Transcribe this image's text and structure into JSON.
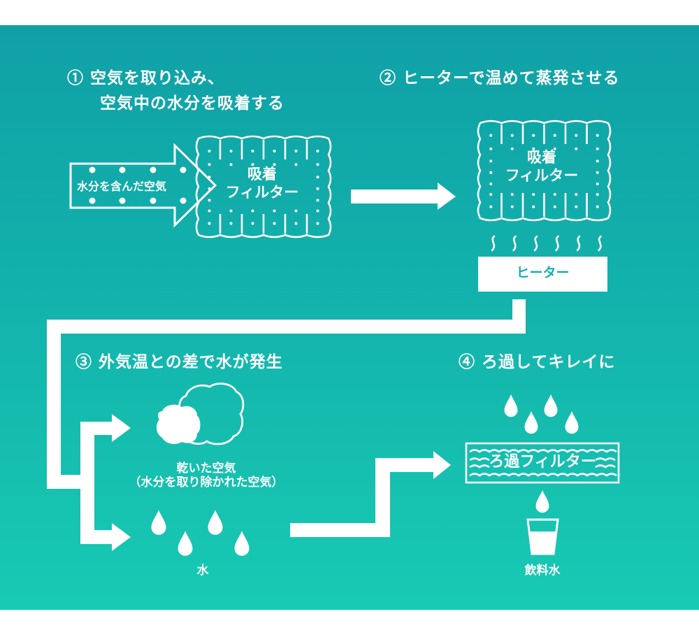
{
  "colors": {
    "background_top": "#0fa0a6",
    "background_bottom": "#18cab3",
    "foreground": "#ffffff",
    "heater_text": "#13b0ac"
  },
  "steps": [
    {
      "number": "①",
      "title_line1": "空気を取り込み、",
      "title_line2": "空気中の水分を吸着する",
      "arrow_label": "水分を含んだ空気",
      "filter_label_line1": "吸着",
      "filter_label_line2": "フィルター"
    },
    {
      "number": "②",
      "title": "ヒーターで温めて蒸発させる",
      "filter_label_line1": "吸着",
      "filter_label_line2": "フィルター",
      "heater_label": "ヒーター",
      "heat_wave_count": 6
    },
    {
      "number": "③",
      "title": "外気温との差で水が発生",
      "dry_air_label_line1": "乾いた空気",
      "dry_air_label_line2": "（水分を取り除かれた空気）",
      "water_label": "水",
      "water_drop_count": 4
    },
    {
      "number": "④",
      "title": "ろ過してキレイに",
      "filter_label": "ろ過フィルター",
      "drinking_water_label": "飲料水",
      "water_drop_count": 4
    }
  ],
  "icons": [
    "arrow-right-icon",
    "filter-icon",
    "heat-wave-icon",
    "heater-icon",
    "cloud-icon",
    "water-drop-icon",
    "glass-icon",
    "wave-filter-icon"
  ]
}
